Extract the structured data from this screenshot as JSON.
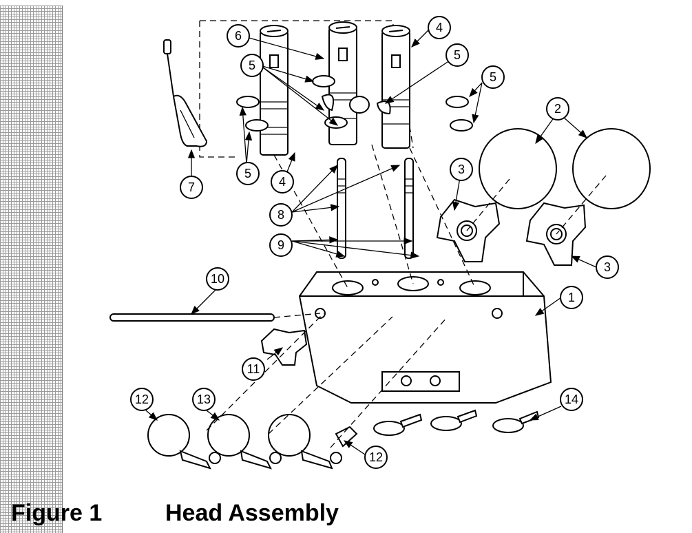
{
  "caption": {
    "figure_number": "Figure 1",
    "title": "Head Assembly"
  },
  "callouts": [
    {
      "id": "c1",
      "text": "1"
    },
    {
      "id": "c2",
      "text": "2"
    },
    {
      "id": "c3a",
      "text": "3"
    },
    {
      "id": "c3b",
      "text": "3"
    },
    {
      "id": "c4a",
      "text": "4"
    },
    {
      "id": "c4b",
      "text": "4"
    },
    {
      "id": "c5a",
      "text": "5"
    },
    {
      "id": "c5b",
      "text": "5"
    },
    {
      "id": "c5c",
      "text": "5"
    },
    {
      "id": "c5d",
      "text": "5"
    },
    {
      "id": "c6",
      "text": "6"
    },
    {
      "id": "c7",
      "text": "7"
    },
    {
      "id": "c8",
      "text": "8"
    },
    {
      "id": "c9",
      "text": "9"
    },
    {
      "id": "c10",
      "text": "10"
    },
    {
      "id": "c11",
      "text": "11"
    },
    {
      "id": "c12a",
      "text": "12"
    },
    {
      "id": "c12b",
      "text": "12"
    },
    {
      "id": "c13",
      "text": "13"
    },
    {
      "id": "c14",
      "text": "14"
    }
  ]
}
